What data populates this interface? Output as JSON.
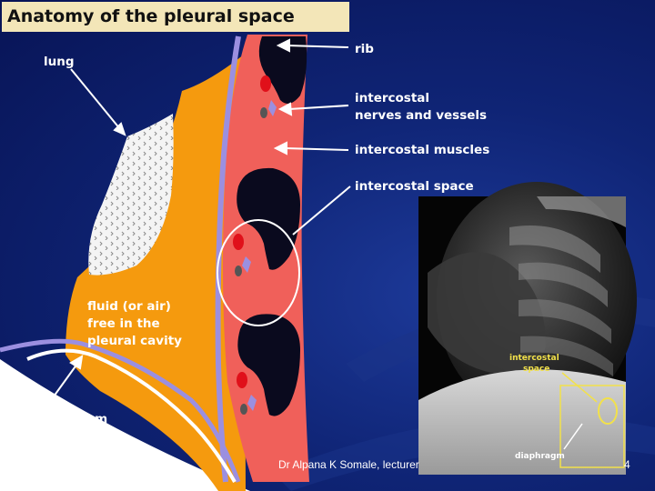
{
  "slide": {
    "title": "Anatomy of the pleural space",
    "footer": "Dr Alpana K Somale, lecturer",
    "page_number": "4"
  },
  "labels": {
    "lung": "lung",
    "rib": "rib",
    "intercostal_nerves_line1": "intercostal",
    "intercostal_nerves_line2": "nerves and vessels",
    "intercostal_muscles": "intercostal muscles",
    "intercostal_space": "intercostal space",
    "fluid_line1": "fluid (or air)",
    "fluid_line2": "free in the",
    "fluid_line3": "pleural cavity",
    "diaphragm": "diaphragm"
  },
  "xray": {
    "label_line1": "intercostal",
    "label_line2": "space",
    "diaphragm": "diaphragm"
  },
  "colors": {
    "background": "#0f2475",
    "title_box": "#f3e6b8",
    "pleural_fluid": "#f59a0e",
    "chest_wall": "#f0605a",
    "ribs": "#0a0a1e",
    "pleura": "#9b8fe0",
    "lung_fill": "#f4f4f4",
    "xray_marker": "#f2e14a"
  }
}
